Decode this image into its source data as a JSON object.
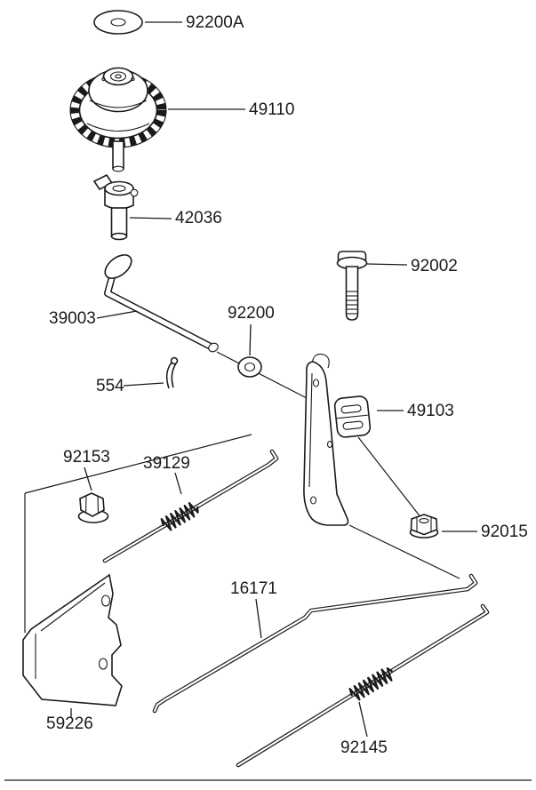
{
  "diagram": {
    "background": "#ffffff",
    "line_color": "#1a1a1a",
    "labels": {
      "92200A": "92200A",
      "49110": "49110",
      "42036": "42036",
      "92002": "92002",
      "39003": "39003",
      "92200": "92200",
      "554": "554",
      "49103": "49103",
      "92153": "92153",
      "39129": "39129",
      "92015": "92015",
      "16171": "16171",
      "59226": "59226",
      "92145": "92145"
    }
  }
}
